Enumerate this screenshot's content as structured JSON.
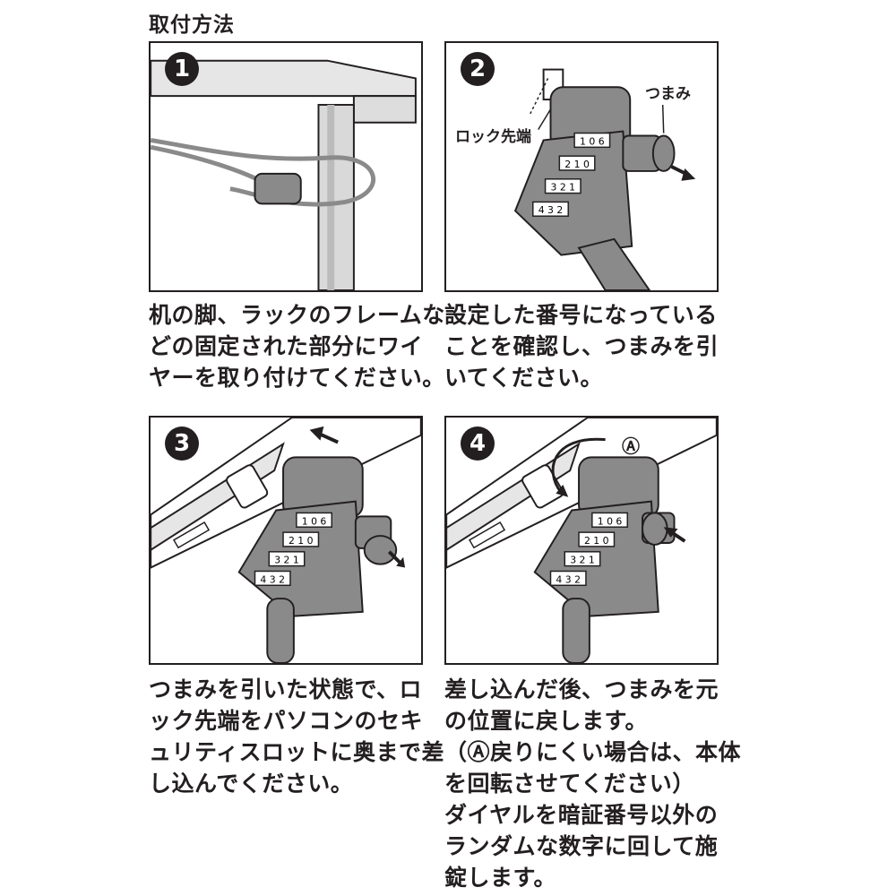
{
  "heading": "取付方法",
  "steps": [
    {
      "number": "1",
      "lines": [
        "机の脚、ラックのフレームな",
        "どの固定された部分にワイ",
        "ヤーを取り付けてください。"
      ]
    },
    {
      "number": "2",
      "callouts": {
        "knob": "つまみ",
        "lock_tip": "ロック先端"
      },
      "lines": [
        "設定した番号になっている",
        "ことを確認し、つまみを引",
        "いてください。"
      ]
    },
    {
      "number": "3",
      "lines": [
        "つまみを引いた状態で、ロ",
        "ック先端をパソコンのセキ",
        "ュリティスロットに奥まで差",
        "し込んでください。"
      ]
    },
    {
      "number": "4",
      "callouts": {
        "marker": "Ⓐ"
      },
      "lines": [
        "差し込んだ後、つまみを元",
        "の位置に戻します。",
        "（Ⓐ戻りにくい場合は、本体",
        "を回転させてください）",
        "ダイヤルを暗証番号以外の",
        "ランダムな数字に回して施",
        "錠します。"
      ]
    }
  ],
  "dials": {
    "step2": [
      "1 0 6",
      "2 1 0",
      "3 2 1",
      "4 3 2"
    ],
    "step3": [
      "1 0 6",
      "2 1 0",
      "3 2 1",
      "4 3 2"
    ],
    "step4": [
      "1 0 6",
      "2 1 0",
      "3 2 1",
      "4 3 2"
    ]
  },
  "colors": {
    "ink": "#231f20",
    "device": "#8a8a8a",
    "device_dark": "#5f5f5f",
    "surface": "#e6e6e6"
  }
}
